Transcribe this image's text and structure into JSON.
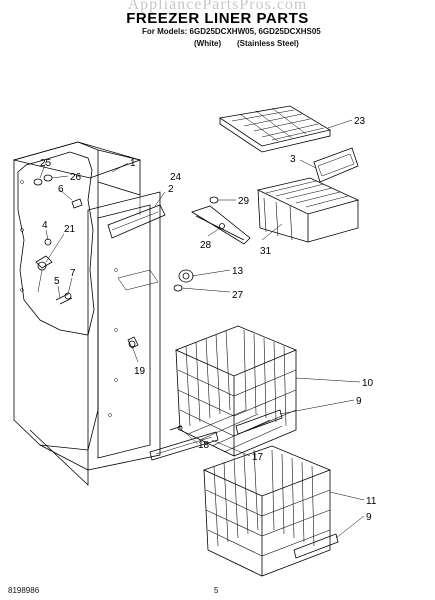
{
  "header": {
    "watermark": "AppliancePartsPros.com",
    "title": "FREEZER LINER PARTS",
    "models": "For Models: 6GD25DCXHW05, 6GD25DCXHS05",
    "white": "(White)",
    "steel": "(Stainless Steel)"
  },
  "callouts": [
    "1",
    "2",
    "3",
    "4",
    "5",
    "6",
    "7",
    "9",
    "9",
    "10",
    "11",
    "13",
    "17",
    "18",
    "19",
    "21",
    "23",
    "24",
    "25",
    "26",
    "27",
    "28",
    "29",
    "31"
  ],
  "footer": {
    "doc_number": "8198986",
    "page_number": "5"
  }
}
